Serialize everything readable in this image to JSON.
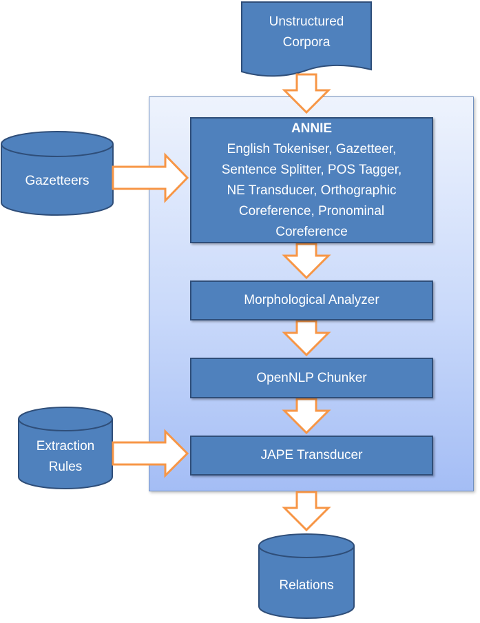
{
  "source": {
    "label": "Unstructured\nCorpora"
  },
  "gazetteers": {
    "label": "Gazetteers"
  },
  "extraction_rules": {
    "label": "Extraction\nRules"
  },
  "relations": {
    "label": "Relations"
  },
  "annie": {
    "title": "ANNIE",
    "components": "English Tokeniser, Gazetteer,\nSentence Splitter, POS Tagger,\nNE Transducer, Orthographic\nCoreference, Pronominal\nCoreference"
  },
  "morphological_analyzer": {
    "label": "Morphological Analyzer"
  },
  "opennlp_chunker": {
    "label": "OpenNLP Chunker"
  },
  "jape_transducer": {
    "label": "JAPE Transducer"
  },
  "colors": {
    "box_fill": "#4f81bd",
    "box_border": "#2f4e79",
    "arrow_stroke": "#f79646",
    "arrow_fill": "#ffffff",
    "frame_top": "#eef3fd",
    "frame_bottom": "#a4bdf5"
  }
}
